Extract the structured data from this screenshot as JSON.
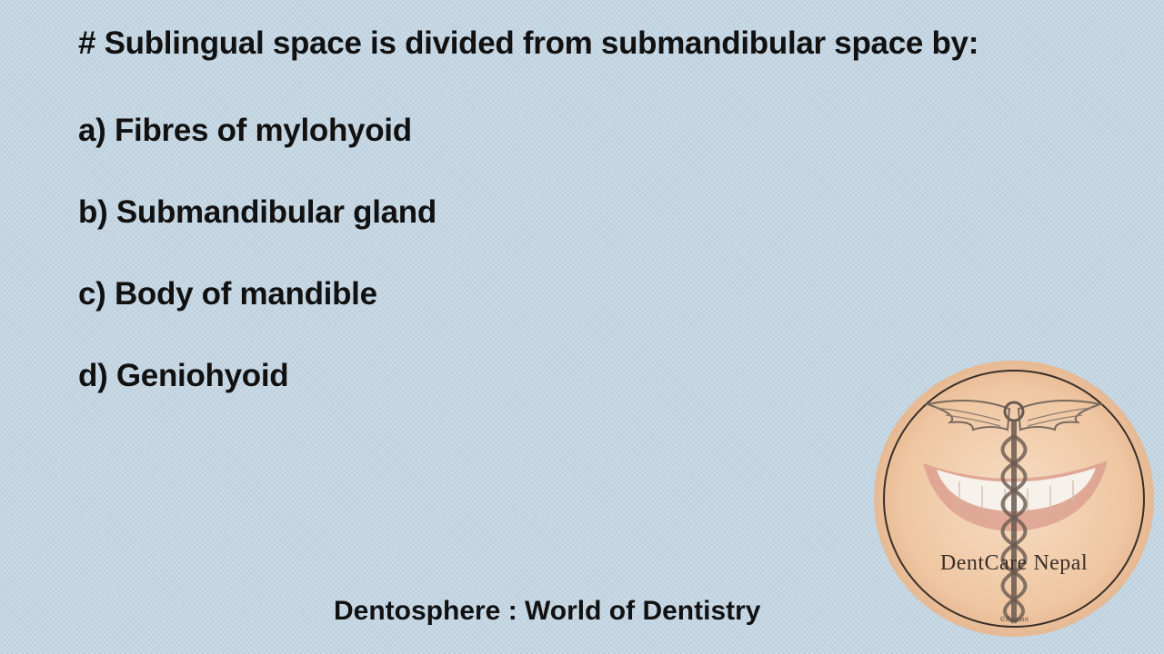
{
  "slide": {
    "question": "# Sublingual space is divided from submandibular space by:",
    "options": [
      "a)  Fibres of mylohyoid",
      "b) Submandibular gland",
      "c) Body of mandible",
      "d) Geniohyoid"
    ],
    "footer": "Dentosphere : World of Dentistry"
  },
  "logo": {
    "text": "DentCare Nepal",
    "signature": "©Raman"
  },
  "colors": {
    "background": "#c5d6e3",
    "text": "#111111",
    "logo_fill": "#efc9a4",
    "logo_ring": "#3a2f28"
  }
}
